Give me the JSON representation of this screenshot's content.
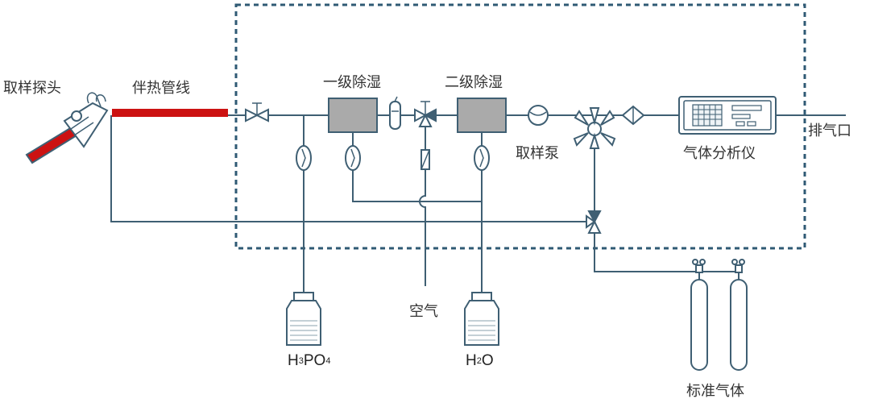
{
  "labels": {
    "probe": "取样探头",
    "heated_line": "伴热管线",
    "stage1_dehumidify": "一级除湿",
    "stage2_dehumidify": "二级除湿",
    "sample_pump": "取样泵",
    "gas_analyzer": "气体分析仪",
    "exhaust": "排气口",
    "air": "空气",
    "standard_gas": "标准气体"
  },
  "reagents": {
    "phosphoric_acid": {
      "base1": "H",
      "sub1": "3",
      "base2": "PO",
      "sub2": "4"
    },
    "water": {
      "base1": "H",
      "sub1": "2",
      "base2": "O"
    }
  },
  "colors": {
    "line": "#3f5f73",
    "heated_line": "#cc1212",
    "dehumidifier_fill": "#aaaaaa",
    "dashed_box": "#2f5a74",
    "text": "#333333"
  }
}
